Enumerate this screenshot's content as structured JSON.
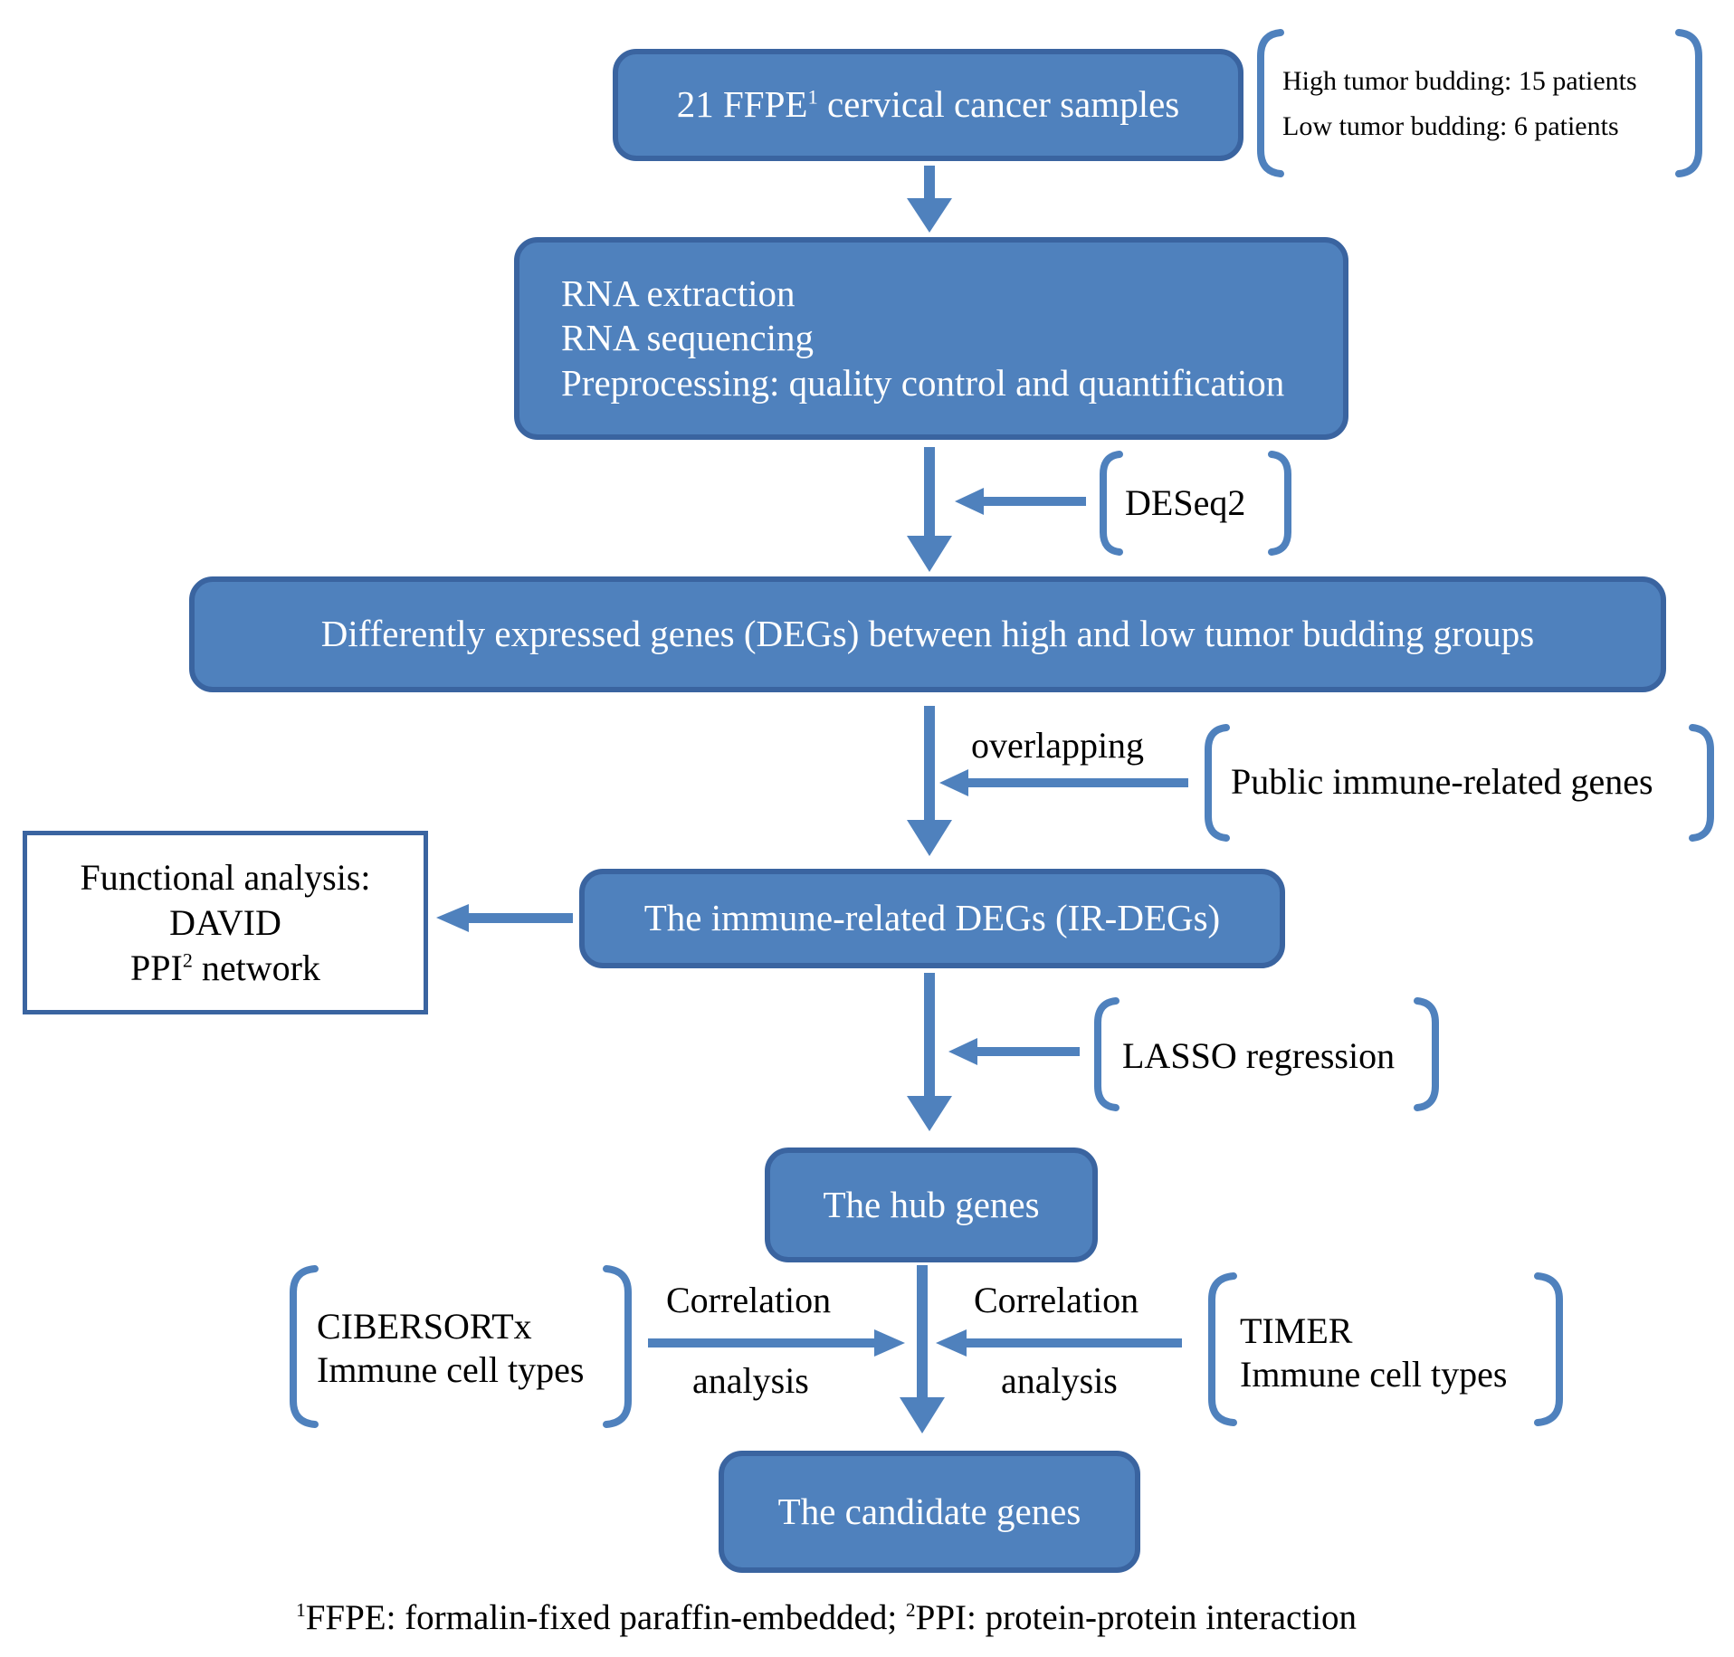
{
  "colors": {
    "box_fill": "#4f81bd",
    "box_border": "#3a64a0",
    "arrow": "#4f81bd",
    "bracket": "#4f81bd"
  },
  "samples": {
    "text": "21 FFPE",
    "sup": "1",
    "rest": " cervical cancer samples"
  },
  "samples_note": {
    "line1": "High tumor budding: 15 patients",
    "line2": "Low tumor budding: 6 patients"
  },
  "processing": {
    "line1": "RNA extraction",
    "line2": "RNA sequencing",
    "line3": "Preprocessing: quality control and quantification"
  },
  "deseq": {
    "label": "DESeq2"
  },
  "degs": {
    "label": "Differently expressed genes (DEGs) between high and low tumor budding groups"
  },
  "overlap": {
    "label": "overlapping"
  },
  "public_genes": {
    "label": "Public immune-related genes"
  },
  "functional": {
    "line1": "Functional analysis:",
    "line2": "DAVID",
    "line3_pre": "PPI",
    "line3_sup": "2",
    "line3_post": " network"
  },
  "ir_degs": {
    "label": "The immune-related DEGs (IR-DEGs)"
  },
  "lasso": {
    "label": "LASSO regression"
  },
  "hub": {
    "label": "The hub genes"
  },
  "cibersort": {
    "line1": "CIBERSORTx",
    "line2": "Immune cell types"
  },
  "correlation_left": {
    "line1": "Correlation",
    "line2": "analysis"
  },
  "correlation_right": {
    "line1": "Correlation",
    "line2": "analysis"
  },
  "timer": {
    "line1": "TIMER",
    "line2": "Immune cell types"
  },
  "candidate": {
    "label": "The candidate genes"
  },
  "footnote": {
    "sup1": "1",
    "text1": "FFPE: formalin-fixed paraffin-embedded; ",
    "sup2": "2",
    "text2": "PPI: protein-protein interaction"
  }
}
